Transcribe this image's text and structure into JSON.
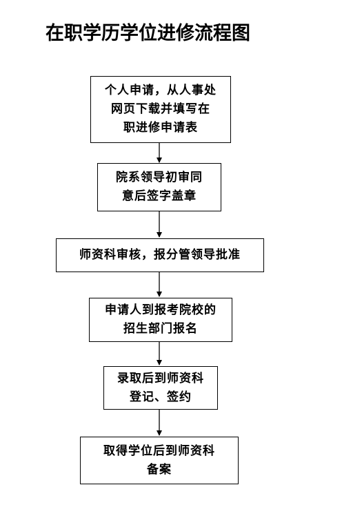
{
  "title": "在职学历学位进修流程图",
  "steps": [
    "个人申请，从人事处\n网页下载并填写在\n职进修申请表",
    "院系领导初审同\n意后签字盖章",
    "师资科审核，报分管领导批准",
    "申请人到报考院校的\n招生部门报名",
    "录取后到师资科\n登记、签约",
    "取得学位后到师资科\n备案"
  ]
}
